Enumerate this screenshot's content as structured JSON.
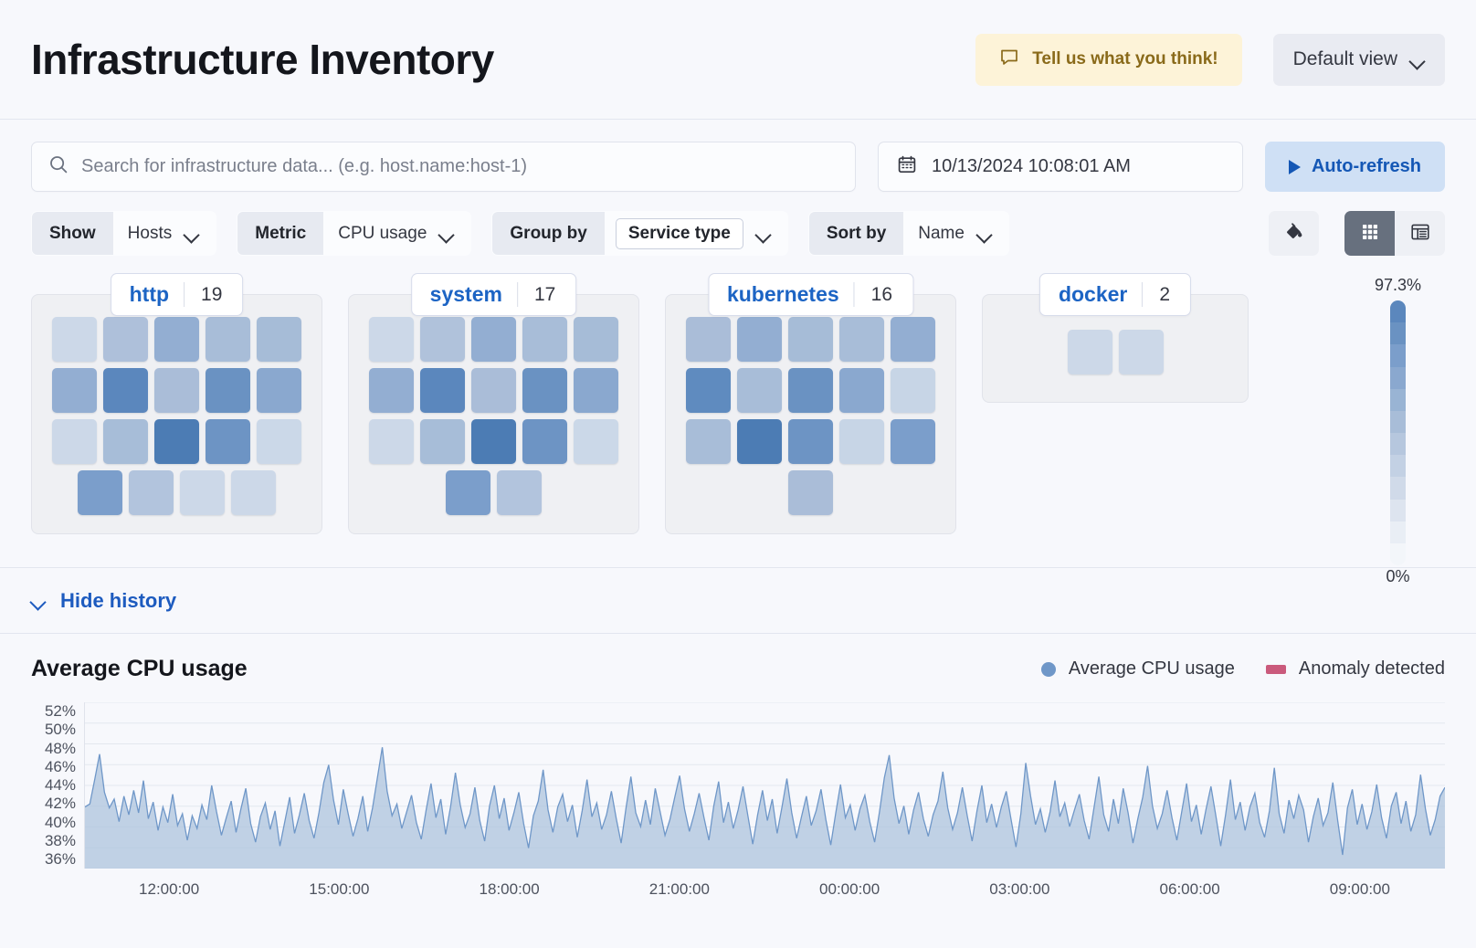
{
  "header": {
    "title": "Infrastructure Inventory",
    "feedback_label": "Tell us what you think!",
    "feedback_icon": "comment-icon",
    "view_label": "Default view"
  },
  "toolbar": {
    "search": {
      "placeholder": "Search for infrastructure data... (e.g. host.name:host-1)",
      "value": "",
      "icon": "search-icon"
    },
    "date": {
      "value": "10/13/2024 10:08:01 AM",
      "icon": "calendar-icon"
    },
    "refresh": {
      "label": "Auto-refresh",
      "icon": "play-icon"
    },
    "filters": [
      {
        "label": "Show",
        "value": "Hosts",
        "selected": false
      },
      {
        "label": "Metric",
        "value": "CPU usage",
        "selected": false
      },
      {
        "label": "Group by",
        "value": "Service type",
        "selected": true
      },
      {
        "label": "Sort by",
        "value": "Name",
        "selected": false
      }
    ],
    "right_controls": [
      {
        "name": "palette-button",
        "icon": "paint-bucket-icon",
        "active": false
      },
      {
        "name": "grid-view-button",
        "icon": "grid-icon",
        "active": true
      },
      {
        "name": "table-view-button",
        "icon": "table-icon",
        "active": false
      }
    ]
  },
  "waffle": {
    "legend": {
      "max": "97.3%",
      "min": "0%"
    },
    "groups": [
      {
        "name": "http",
        "count": "19",
        "rows": [
          [
            "#ccd8e8",
            "#aec0da",
            "#93aed2",
            "#a8bdd8",
            "#a6bcd7"
          ],
          [
            "#93aed2",
            "#5b87bd",
            "#aabdd8",
            "#6a92c2",
            "#8aa8cf"
          ],
          [
            "#ccd8e8",
            "#a7bdd8",
            "#4c7cb4",
            "#6d94c4",
            "#cbd8e8"
          ],
          [
            "#7b9ecb",
            "#b2c4dd",
            "#ccd8e8",
            "#ccd8e8"
          ]
        ]
      },
      {
        "name": "system",
        "count": "17",
        "rows": [
          [
            "#ccd8e8",
            "#b0c2db",
            "#93aed2",
            "#a8bdd8",
            "#a6bcd7"
          ],
          [
            "#93aed2",
            "#5b87bd",
            "#aabdd8",
            "#6a92c2",
            "#8aa8cf"
          ],
          [
            "#ccd8e8",
            "#a7bdd8",
            "#4c7cb4",
            "#6d94c4",
            "#cbd8e8"
          ],
          [
            "#7b9ecb",
            "#b2c4dd"
          ]
        ]
      },
      {
        "name": "kubernetes",
        "count": "16",
        "rows": [
          [
            "#aabdd8",
            "#93aed2",
            "#a6bcd7",
            "#a8bdd8",
            "#93aed2"
          ],
          [
            "#5f8bbf",
            "#a8bdd8",
            "#6a92c2",
            "#8aa8cf",
            "#c7d5e6"
          ],
          [
            "#a8bdd8",
            "#4c7cb4",
            "#6d94c4",
            "#c7d5e6",
            "#7b9ecb"
          ],
          [
            "#aabdd8"
          ]
        ]
      },
      {
        "name": "docker",
        "count": "2",
        "rows": [
          [
            "#ccd8e8",
            "#ccd8e8"
          ]
        ]
      }
    ]
  },
  "history": {
    "toggle_label": "Hide history",
    "toggle_icon": "chevron-down-icon"
  },
  "chart_data": {
    "type": "area",
    "title": "Average CPU usage",
    "xlabel": "",
    "ylabel": "",
    "grid": true,
    "legend_position": "top-right",
    "legend": [
      {
        "name": "Average CPU usage",
        "color": "#6f97c8",
        "marker": "circle"
      },
      {
        "name": "Anomaly detected",
        "color": "#ca5a7c",
        "marker": "rect"
      }
    ],
    "yticks": [
      "52%",
      "50%",
      "48%",
      "46%",
      "44%",
      "42%",
      "40%",
      "38%",
      "36%"
    ],
    "ylim": [
      35.5,
      52.5
    ],
    "xticks": [
      "12:00:00",
      "15:00:00",
      "18:00:00",
      "21:00:00",
      "00:00:00",
      "03:00:00",
      "06:00:00",
      "09:00:00"
    ],
    "series": [
      {
        "name": "Average CPU usage",
        "color": "#6f97c8",
        "fill": "#aec4de",
        "values": [
          41.8,
          42.1,
          44.6,
          47.2,
          43.3,
          41.7,
          42.6,
          40.3,
          42.9,
          41.0,
          43.5,
          41.2,
          44.5,
          40.6,
          42.3,
          39.4,
          41.8,
          40.2,
          43.1,
          39.9,
          41.1,
          38.4,
          40.9,
          39.6,
          42.0,
          40.5,
          44.0,
          41.3,
          38.9,
          40.7,
          42.4,
          39.2,
          41.6,
          43.7,
          40.1,
          38.2,
          40.8,
          42.2,
          39.5,
          41.4,
          37.8,
          40.3,
          42.8,
          39.1,
          41.0,
          43.2,
          40.4,
          38.6,
          41.2,
          44.3,
          46.1,
          42.5,
          40.0,
          43.6,
          41.1,
          38.8,
          40.6,
          42.9,
          39.3,
          41.7,
          44.8,
          47.9,
          43.4,
          40.9,
          42.1,
          39.6,
          41.3,
          43.0,
          40.2,
          38.5,
          41.5,
          44.2,
          40.7,
          42.6,
          39.0,
          41.8,
          45.3,
          42.0,
          39.7,
          41.1,
          43.8,
          40.4,
          38.3,
          41.9,
          44.0,
          40.6,
          42.7,
          39.4,
          41.2,
          43.3,
          40.1,
          37.6,
          40.9,
          42.4,
          45.6,
          41.5,
          39.2,
          41.8,
          43.1,
          40.3,
          42.0,
          38.7,
          41.4,
          44.6,
          40.8,
          42.2,
          39.5,
          41.0,
          43.4,
          40.6,
          38.1,
          41.7,
          44.9,
          41.2,
          39.8,
          42.5,
          40.0,
          43.7,
          41.3,
          38.9,
          40.5,
          42.8,
          45.0,
          41.6,
          39.3,
          41.1,
          43.2,
          40.7,
          38.4,
          41.9,
          44.4,
          40.2,
          42.3,
          39.6,
          41.5,
          43.9,
          40.9,
          38.0,
          41.0,
          43.5,
          40.4,
          42.6,
          39.1,
          41.8,
          44.7,
          41.2,
          38.6,
          40.8,
          42.9,
          39.9,
          41.4,
          43.6,
          40.5,
          37.9,
          41.1,
          44.1,
          40.7,
          42.0,
          39.4,
          41.6,
          43.0,
          40.3,
          38.2,
          41.3,
          44.8,
          47.1,
          42.7,
          40.1,
          41.9,
          39.0,
          41.5,
          43.3,
          40.6,
          38.8,
          41.0,
          42.4,
          45.4,
          41.7,
          39.5,
          41.2,
          43.8,
          40.9,
          38.3,
          41.4,
          44.0,
          40.2,
          42.1,
          39.7,
          41.8,
          43.4,
          40.5,
          37.7,
          41.1,
          46.3,
          42.9,
          40.0,
          41.6,
          39.2,
          41.3,
          44.5,
          40.8,
          42.2,
          39.8,
          41.5,
          43.1,
          40.4,
          38.5,
          41.7,
          44.9,
          41.0,
          39.3,
          42.6,
          40.1,
          43.7,
          41.2,
          38.1,
          40.6,
          42.8,
          46.0,
          41.9,
          39.6,
          41.1,
          43.5,
          40.7,
          38.4,
          41.3,
          44.2,
          40.3,
          42.0,
          39.0,
          41.6,
          43.9,
          40.9,
          37.8,
          41.0,
          44.6,
          40.5,
          42.3,
          39.4,
          41.8,
          43.2,
          40.2,
          38.7,
          41.4,
          45.8,
          41.1,
          39.1,
          42.5,
          40.6,
          43.0,
          41.5,
          38.2,
          40.8,
          42.7,
          39.9,
          41.2,
          44.3,
          40.4,
          36.9,
          41.7,
          43.6,
          40.0,
          42.1,
          39.5,
          41.3,
          44.1,
          40.7,
          38.6,
          41.9,
          43.3,
          40.1,
          42.4,
          39.3,
          41.0,
          45.1,
          41.6,
          38.9,
          40.5,
          42.9,
          43.8
        ]
      }
    ],
    "anomalies": []
  }
}
